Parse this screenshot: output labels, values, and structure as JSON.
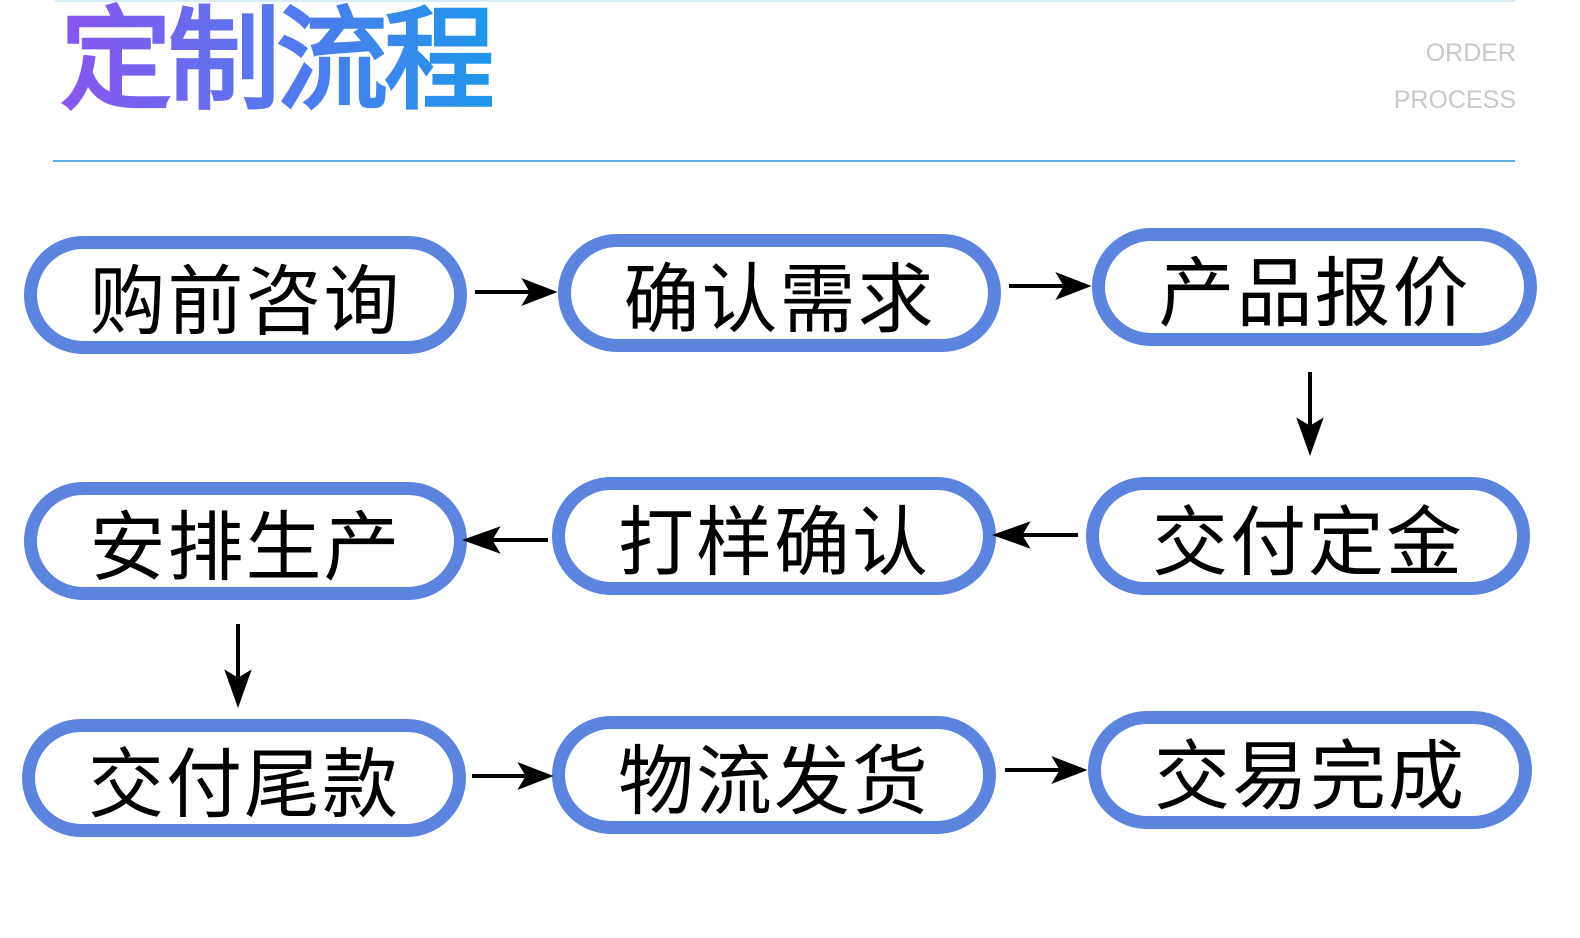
{
  "header": {
    "title": "定制流程",
    "subtitle_line1": "ORDER",
    "subtitle_line2": "PROCESS"
  },
  "steps": [
    "购前咨询",
    "确认需求",
    "产品报价",
    "交付定金",
    "打样确认",
    "安排生产",
    "交付尾款",
    "物流发货",
    "交易完成"
  ],
  "colors": {
    "pill_border": "#5b84df",
    "title_gradient_start": "#8a55f0",
    "title_gradient_end": "#1f97ea",
    "rule": "#64aee6",
    "subtitle": "#c8c8c8"
  }
}
